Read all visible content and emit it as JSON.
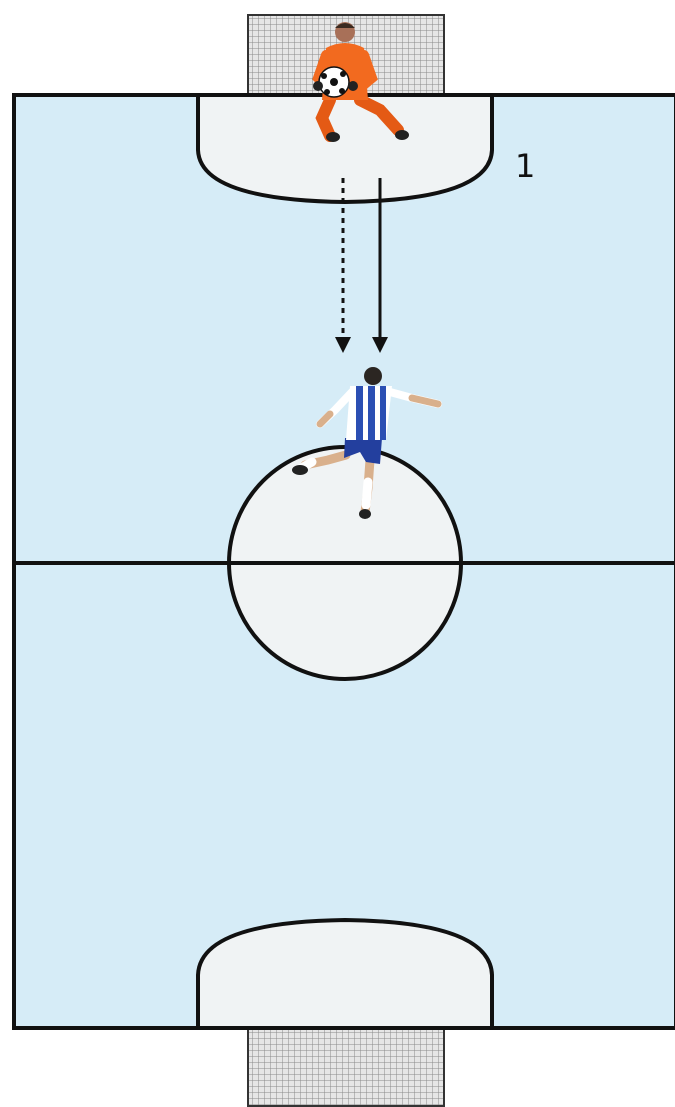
{
  "diagram": {
    "label": "1",
    "colors": {
      "pitch": "#d6ecf7",
      "zone": "#f0f3f4",
      "lines": "#111111",
      "goal_net": "#bdbdbd",
      "goalkeeper_kit": "#f26a1f",
      "player_stripes": "#2b4fb3",
      "player_white": "#ffffff",
      "player_shorts": "#233f9e"
    },
    "elements": {
      "top_goal": "goal-net",
      "bottom_goal": "goal-net",
      "goalkeeper": "goalkeeper-holding-ball",
      "outfield_player": "player-running",
      "arrow_solid": "arrow-down-solid",
      "arrow_dotted": "arrow-down-dotted"
    }
  }
}
